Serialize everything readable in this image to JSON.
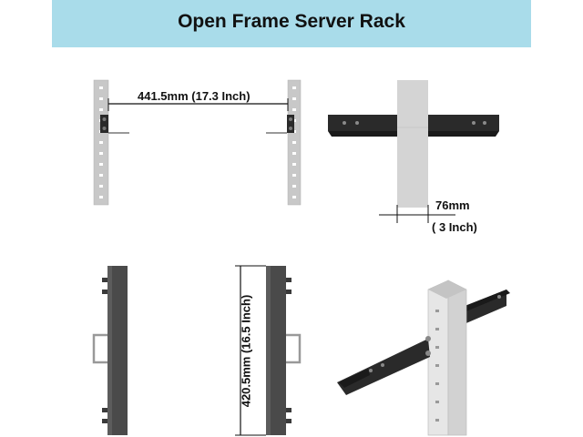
{
  "header": {
    "title": "Open Frame Server Rack"
  },
  "dimensions": {
    "rail_spacing": "441.5mm (17.3 Inch)",
    "post_width_mm": "76mm",
    "post_width_in": "( 3 Inch)",
    "rail_length": "420.5mm (16.5 Inch)"
  },
  "colors": {
    "banner": "#a9dcea",
    "rail_gray": "#c8c8c8",
    "bracket_dark": "#2a2a2a",
    "side_rail": "#4a4a4a"
  }
}
